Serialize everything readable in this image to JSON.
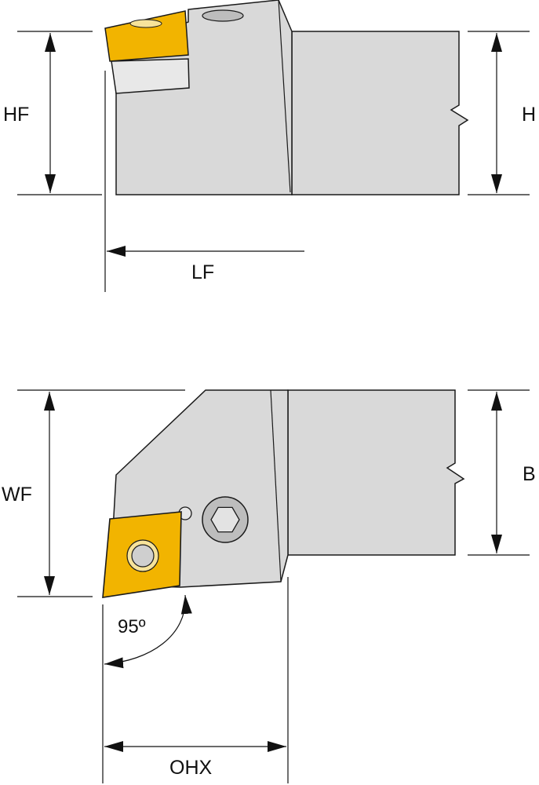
{
  "labels": {
    "hf": "HF",
    "h": "H",
    "lf": "LF",
    "wf": "WF",
    "b": "B",
    "angle": "95º",
    "ohx": "OHX"
  },
  "colors": {
    "body": "#d9d9d9",
    "outline": "#1a1a1a",
    "insert": "#f2b400",
    "insert_light": "#f7cf3a",
    "seat": "#e6e6e6",
    "screw": "#bdbdbd",
    "dimension": "#111111"
  }
}
